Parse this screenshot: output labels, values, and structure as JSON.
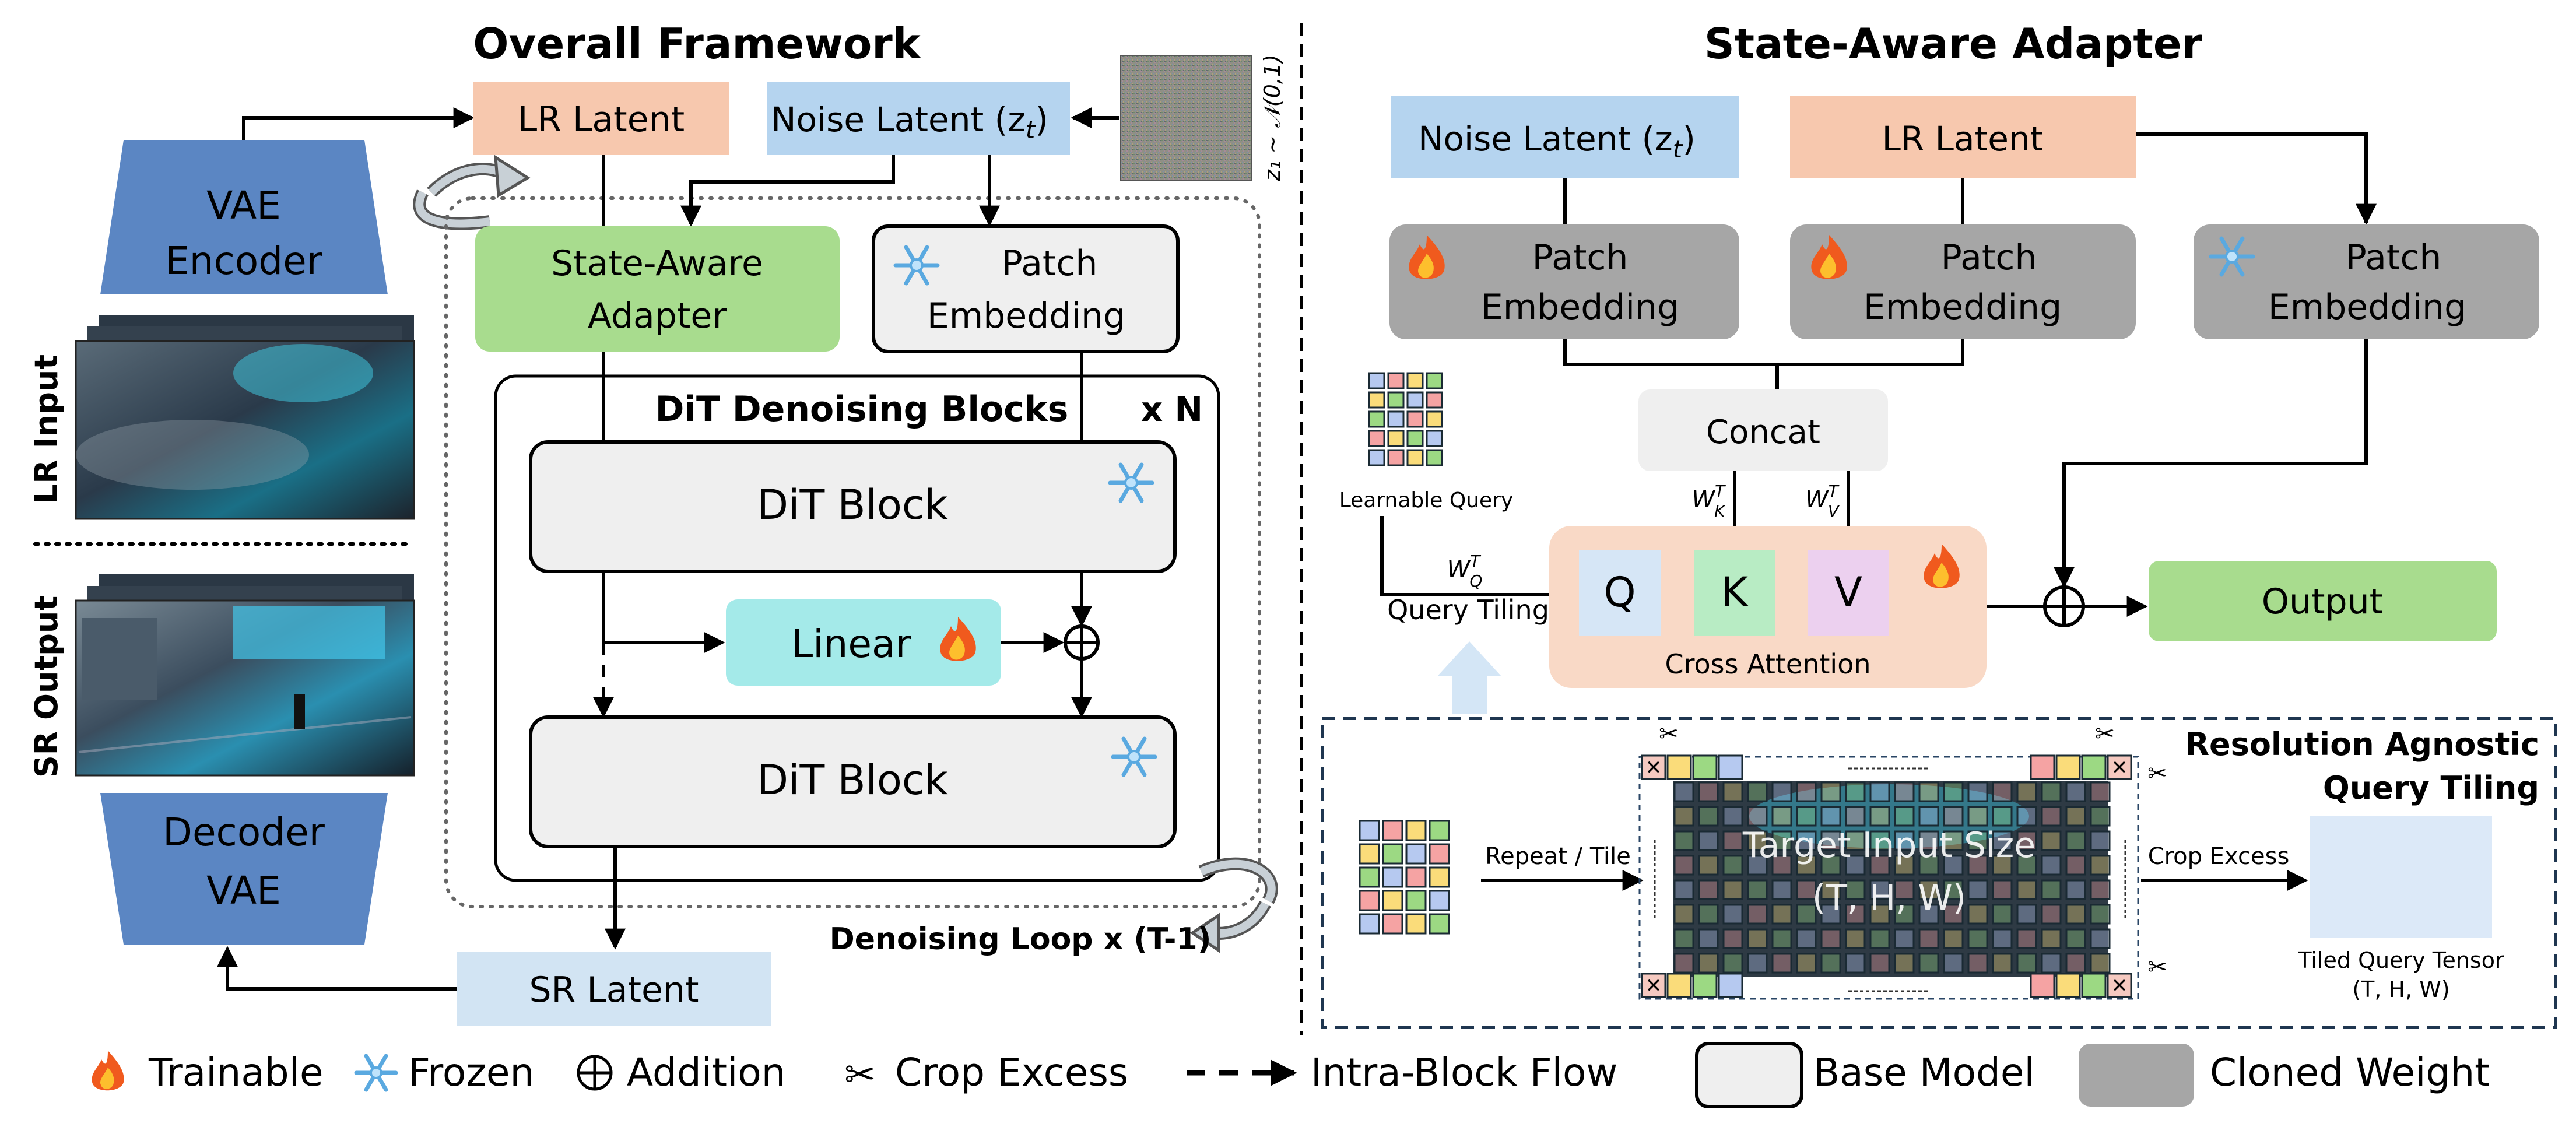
{
  "left_panel": {
    "title": "Overall Framework",
    "vae_encoder": [
      "VAE",
      "Encoder"
    ],
    "decoder_vae": [
      "Decoder",
      "VAE"
    ],
    "lr_input_label": "LR Input",
    "sr_output_label": "SR Output",
    "lr_latent": "LR Latent",
    "noise_latent": "Noise Latent (z",
    "noise_latent_sub": "t",
    "noise_latent_close": ")",
    "noise_dist": "z₁ ~ 𝒩(0,1)",
    "state_aware_adapter": [
      "State-Aware",
      "Adapter"
    ],
    "patch_embedding": [
      "Patch",
      "Embedding"
    ],
    "dit_denoising_blocks": "DiT Denoising Blocks",
    "times_n": "x N",
    "dit_block_1": "DiT Block",
    "dit_block_2": "DiT Block",
    "linear": "Linear",
    "denoising_loop": "Denoising Loop x (T-1)",
    "sr_latent": "SR Latent"
  },
  "right_panel": {
    "title": "State-Aware Adapter",
    "noise_latent": "Noise Latent (z",
    "noise_latent_sub": "t",
    "noise_latent_close": ")",
    "lr_latent": "LR Latent",
    "patch_embedding": [
      "Patch",
      "Embedding"
    ],
    "concat": "Concat",
    "learnable_query": "Learnable Query",
    "wq": "W",
    "wq_sub": "Q",
    "wk": "W",
    "wk_sub": "K",
    "wv": "W",
    "wv_sub": "V",
    "weight_sup": "T",
    "query_tiling": "Query Tiling",
    "q": "Q",
    "k": "K",
    "v": "V",
    "cross_attention": "Cross Attention",
    "output": "Output",
    "ra_title": [
      "Resolution Agnostic",
      "Query Tiling"
    ],
    "repeat_tile": "Repeat / Tile",
    "target_input_size": [
      "Target Input Size",
      "(T, H, W)"
    ],
    "crop_excess": "Crop Excess",
    "tiled_query_tensor": [
      "Tiled Query Tensor",
      "(T, H, W)"
    ]
  },
  "legend": {
    "trainable": "Trainable",
    "frozen": "Frozen",
    "addition": "Addition",
    "crop_excess": "Crop Excess",
    "intra_block_flow": "Intra-Block Flow",
    "base_model": "Base Model",
    "cloned_weight": "Cloned Weight"
  },
  "icons": {
    "trainable": "fire-icon",
    "frozen": "snowflake-icon",
    "addition": "circled-plus-icon",
    "crop": "scissors-icon"
  },
  "colors": {
    "vae_blue": "#5b86c3",
    "lr_latent": "#f7c8ae",
    "noise_latent": "#b5d4ef",
    "adapter_green": "#a8dc8e",
    "base_gray": "#efefef",
    "cloned_gray": "#a6a6a6",
    "linear_cyan": "#a4eae9",
    "cross_attn": "#f9d9c6",
    "q_blue": "#d6e6f6",
    "k_green": "#b8ecc4",
    "v_purple": "#ecd0ef",
    "sr_latent": "#d2e4f3",
    "tiled_query": "#dce9f8"
  },
  "grid_colors": [
    "#b6c9f0",
    "#f5a3a3",
    "#fadc7a",
    "#9cd983"
  ]
}
